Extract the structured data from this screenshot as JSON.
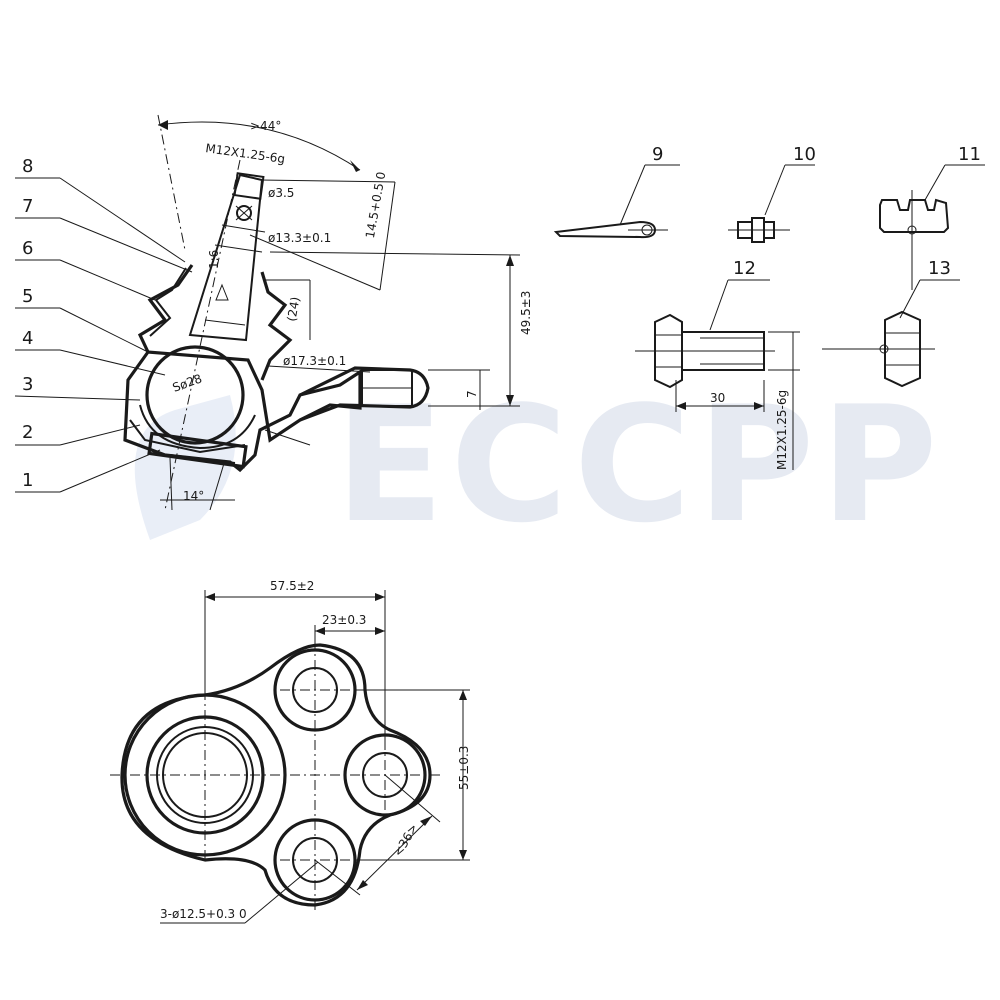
{
  "watermark": {
    "text": "ECCPP",
    "color": "#e6eaf2"
  },
  "part_labels": [
    "1",
    "2",
    "3",
    "4",
    "5",
    "6",
    "7",
    "8",
    "9",
    "10",
    "11",
    "12",
    "13"
  ],
  "dimensions": {
    "angle_top": ">44°",
    "thread_stud": "M12X1.25-6g",
    "pin_hole": "ø3.5",
    "dia_upper": "ø13.3±0.1",
    "taper": "1:6",
    "length_145": "14.5+0.5 0",
    "len_24": "(24)",
    "dia_lower": "ø17.3±0.1",
    "sphere": "Sø28",
    "height_495": "49.5±3",
    "thick_7": "7",
    "angle_bottom": "14°",
    "bolt_len": "30",
    "bolt_thread": "M12X1.25-6g",
    "width_575": "57.5±2",
    "offset_23": "23±0.3",
    "height_55": "55±0.3",
    "dist_36": "<36>",
    "holes": "3-ø12.5+0.3 0"
  },
  "colors": {
    "line": "#1a1a1a",
    "background": "#ffffff"
  }
}
